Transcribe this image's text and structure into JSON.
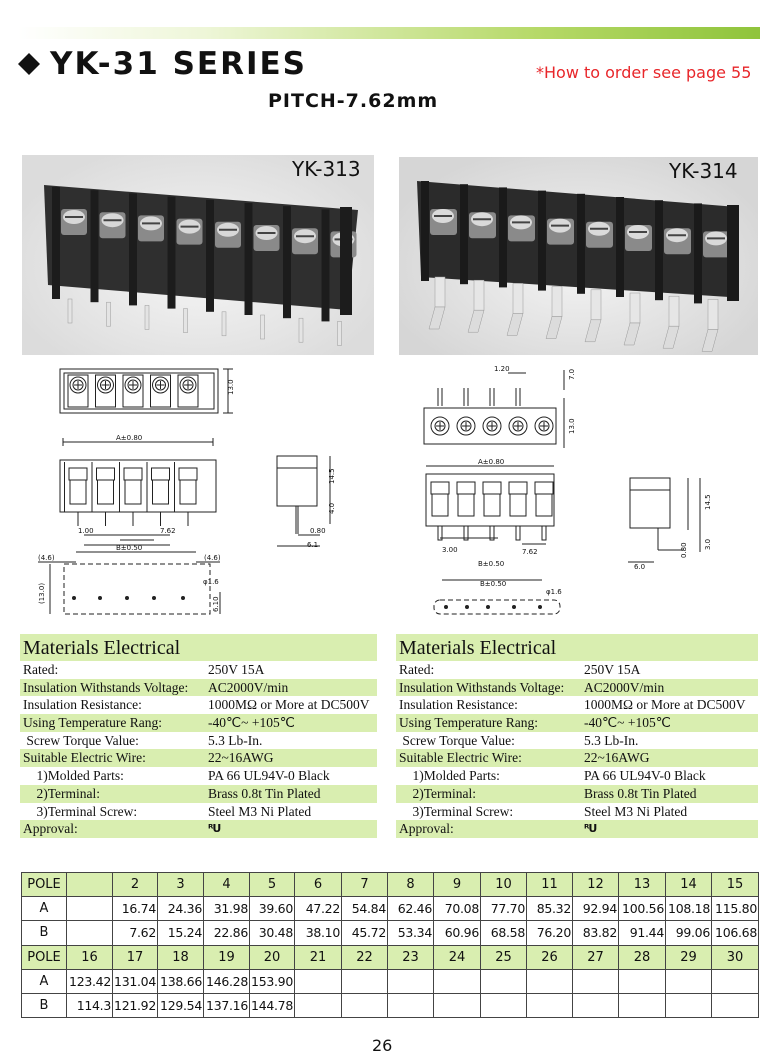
{
  "header": {
    "title": "YK-31 SERIES",
    "order_note": "*How to order see page 55",
    "pitch": "PITCH-7.62mm"
  },
  "photos": {
    "left_label": "YK-313",
    "right_label": "YK-314"
  },
  "drawings": {
    "left": {
      "dim_13": "13.0",
      "dim_a": "A±0.80",
      "dim_145": "14.5",
      "dim_40": "4.0",
      "dim_100": "1.00",
      "dim_762": "7.62",
      "dim_080": "0.80",
      "dim_61": "6.1",
      "dim_b": "B±0.50",
      "dim_46a": "(4.6)",
      "dim_46b": "(4.6)",
      "dim_130": "(13.0)",
      "dim_phi": "φ1.6",
      "dim_610": "6.10"
    },
    "right": {
      "dim_120": "1.20",
      "dim_70": "7.0",
      "dim_13": "13.0",
      "dim_a": "A±0.80",
      "dim_145": "14.5",
      "dim_300": "3.00",
      "dim_762": "7.62",
      "dim_b": "B±0.50",
      "dim_60": "6.0",
      "dim_080": "0.80",
      "dim_30": "3.0",
      "dim_b2": "B±0.50",
      "dim_phi": "φ1.6"
    }
  },
  "specs_left": {
    "heading": "Materials Electrical",
    "rows": [
      {
        "label": "Rated:",
        "value": "250V  15A"
      },
      {
        "label": "Insulation Withstands Voltage:",
        "value": "AC2000V/min"
      },
      {
        "label": "Insulation Resistance:",
        "value": "1000MΩ  or More at DC500V"
      },
      {
        "label": "Using Temperature Rang:",
        "value": "-40℃~ +105℃"
      },
      {
        "label": " Screw Torque Value:",
        "value": "5.3 Lb-In."
      },
      {
        "label": "Suitable Electric Wire:",
        "value": "22~16AWG"
      },
      {
        "label": "    1)Molded Parts:",
        "value": "PA 66 UL94V-0 Black"
      },
      {
        "label": "    2)Terminal:",
        "value": "Brass 0.8t Tin Plated"
      },
      {
        "label": "    3)Terminal Screw:",
        "value": "Steel M3 Ni Plated"
      },
      {
        "label": "Approval:",
        "value": "ᴿU"
      }
    ]
  },
  "specs_right": {
    "heading": "Materials Electrical",
    "rows": [
      {
        "label": "Rated:",
        "value": "250V  15A"
      },
      {
        "label": "Insulation Withstands Voltage:",
        "value": "AC2000V/min"
      },
      {
        "label": "Insulation Resistance:",
        "value": "1000MΩ  or More at DC500V"
      },
      {
        "label": "Using Temperature Rang:",
        "value": "-40℃~ +105℃"
      },
      {
        "label": " Screw Torque Value:",
        "value": "5.3 Lb-In."
      },
      {
        "label": "Suitable Electric Wire:",
        "value": "22~16AWG"
      },
      {
        "label": "    1)Molded Parts:",
        "value": "PA 66 UL94V-0 Black"
      },
      {
        "label": "    2)Terminal:",
        "value": "Brass 0.8t Tin Plated"
      },
      {
        "label": "    3)Terminal Screw:",
        "value": "Steel M3 Ni Plated"
      },
      {
        "label": "Approval:",
        "value": "ᴿU"
      }
    ]
  },
  "pole_table": {
    "rows": [
      {
        "kind": "head",
        "cells": [
          "POLE",
          "",
          "2",
          "3",
          "4",
          "5",
          "6",
          "7",
          "8",
          "9",
          "10",
          "11",
          "12",
          "13",
          "14",
          "15"
        ]
      },
      {
        "kind": "data",
        "cells": [
          "A",
          "",
          "16.74",
          "24.36",
          "31.98",
          "39.60",
          "47.22",
          "54.84",
          "62.46",
          "70.08",
          "77.70",
          "85.32",
          "92.94",
          "100.56",
          "108.18",
          "115.80"
        ]
      },
      {
        "kind": "data",
        "cells": [
          "B",
          "",
          "7.62",
          "15.24",
          "22.86",
          "30.48",
          "38.10",
          "45.72",
          "53.34",
          "60.96",
          "68.58",
          "76.20",
          "83.82",
          "91.44",
          "99.06",
          "106.68"
        ]
      },
      {
        "kind": "head",
        "cells": [
          "POLE",
          "16",
          "17",
          "18",
          "19",
          "20",
          "21",
          "22",
          "23",
          "24",
          "25",
          "26",
          "27",
          "28",
          "29",
          "30"
        ]
      },
      {
        "kind": "data",
        "cells": [
          "A",
          "123.42",
          "131.04",
          "138.66",
          "146.28",
          "153.90",
          "",
          "",
          "",
          "",
          "",
          "",
          "",
          "",
          "",
          ""
        ]
      },
      {
        "kind": "data",
        "cells": [
          "B",
          "114.3",
          "121.92",
          "129.54",
          "137.16",
          "144.78",
          "",
          "",
          "",
          "",
          "",
          "",
          "",
          "",
          "",
          ""
        ]
      }
    ]
  },
  "page_number": "26"
}
